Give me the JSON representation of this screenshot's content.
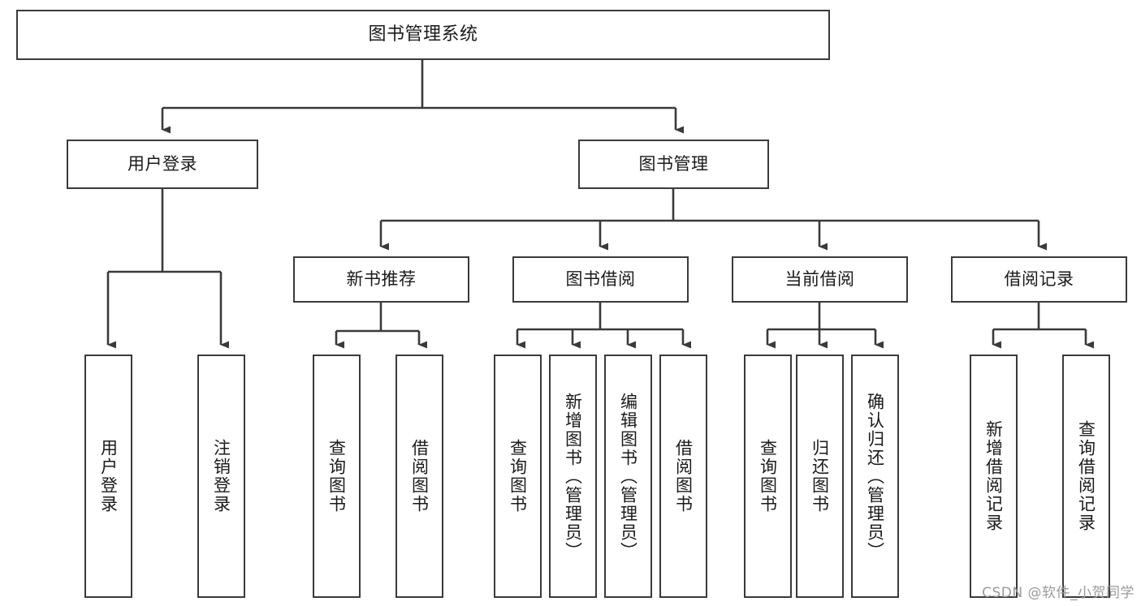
{
  "diagram": {
    "type": "tree-hierarchy",
    "title": "图书管理系统",
    "orientation": "top-down",
    "edge_style": "orthogonal-arrow",
    "colors": {
      "box_border": "#3a3a3a",
      "box_fill": "#ffffff",
      "edge": "#3a3a3a",
      "text": "#1a1a1a",
      "watermark": "#9a9a9a",
      "background": "#ffffff"
    },
    "root": {
      "label": "图书管理系统"
    },
    "level2": [
      {
        "label": "用户登录"
      },
      {
        "label": "图书管理"
      }
    ],
    "level3": [
      {
        "label": "新书推荐"
      },
      {
        "label": "图书借阅"
      },
      {
        "label": "当前借阅"
      },
      {
        "label": "借阅记录"
      }
    ],
    "leaves": {
      "user_login": [
        {
          "label": "用户登录"
        },
        {
          "label": "注销登录"
        }
      ],
      "new_book_recommend": [
        {
          "label": "查询图书"
        },
        {
          "label": "借阅图书"
        }
      ],
      "book_borrow": [
        {
          "label": "查询图书"
        },
        {
          "label": "新增图书（管理员）"
        },
        {
          "label": "编辑图书（管理员）"
        },
        {
          "label": "借阅图书"
        }
      ],
      "current_borrow": [
        {
          "label": "查询图书"
        },
        {
          "label": "归还图书"
        },
        {
          "label": "确认归还（管理员）"
        }
      ],
      "borrow_record": [
        {
          "label": "新增借阅记录"
        },
        {
          "label": "查询借阅记录"
        }
      ]
    }
  },
  "watermark": {
    "text": "CSDN @软件_小贺同学"
  }
}
